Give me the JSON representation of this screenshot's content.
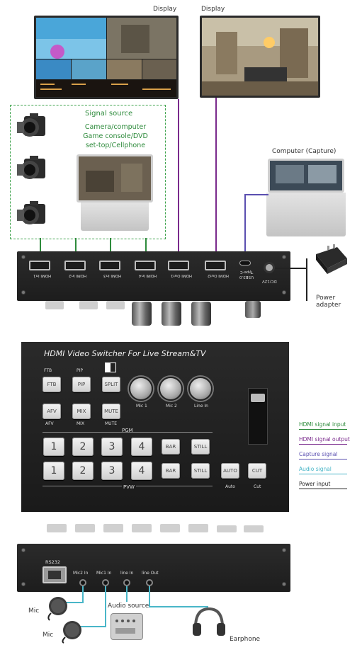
{
  "displays": [
    {
      "label": "Display"
    },
    {
      "label": "Display"
    }
  ],
  "signal_source": {
    "title": "Signal source",
    "description": "Camera/computer\nGame console/DVD\nset-top/Cellphone"
  },
  "computer_capture": {
    "label": "Computer (Capture)"
  },
  "power_adapter": {
    "label": "Power adapter"
  },
  "back_panel": {
    "ports": [
      "HDMI In1",
      "HDMI In2",
      "HDMI In3",
      "HDMI In4",
      "HDMI Out1",
      "HDMI Out2"
    ],
    "usb_label": "USB3.0 Type-C",
    "dc_label": "DC/12V"
  },
  "front_panel": {
    "title": "HDMI Video Switcher For Live Stream&TV",
    "top_groups": [
      "FTB",
      "PIP"
    ],
    "bottom_groups": [
      "AFV",
      "MIX",
      "MUTE"
    ],
    "effect_buttons": [
      "FTB",
      "PIP",
      "SPLIT",
      "AFV",
      "MIX",
      "MUTE"
    ],
    "dials": [
      "Mic 1",
      "Mic 2",
      "Line In"
    ],
    "pgm_label": "PGM",
    "pvw_label": "PVW",
    "pgm_buttons": [
      "1",
      "2",
      "3",
      "4",
      "BAR",
      "STILL"
    ],
    "pvw_buttons": [
      "1",
      "2",
      "3",
      "4",
      "BAR",
      "STILL"
    ],
    "auto_label": "AUTO",
    "cut_label": "CUT",
    "auto_caption": "Auto",
    "cut_caption": "Cut"
  },
  "legend": [
    {
      "label": "HDMI signal input",
      "color": "#2e8b3c"
    },
    {
      "label": "HDMI signal output",
      "color": "#7a2a8c"
    },
    {
      "label": "Capture signal",
      "color": "#5a4fb0"
    },
    {
      "label": "Audio signal",
      "color": "#49b6c8"
    },
    {
      "label": "Power input",
      "color": "#222222"
    }
  ],
  "audio_panel": {
    "rs232": "RS232",
    "jacks": [
      "Mic2 In",
      "Mic1 In",
      "line In",
      "line Out"
    ]
  },
  "audio_devices": {
    "mic1": "Mic",
    "mic2": "Mic",
    "audio_source": "Audio source",
    "earphone": "Earphone"
  },
  "icons": [
    "camera-icon",
    "laptop-icon",
    "power-adapter-icon",
    "headphones-icon",
    "microphone-icon",
    "ethernet-port-icon"
  ]
}
